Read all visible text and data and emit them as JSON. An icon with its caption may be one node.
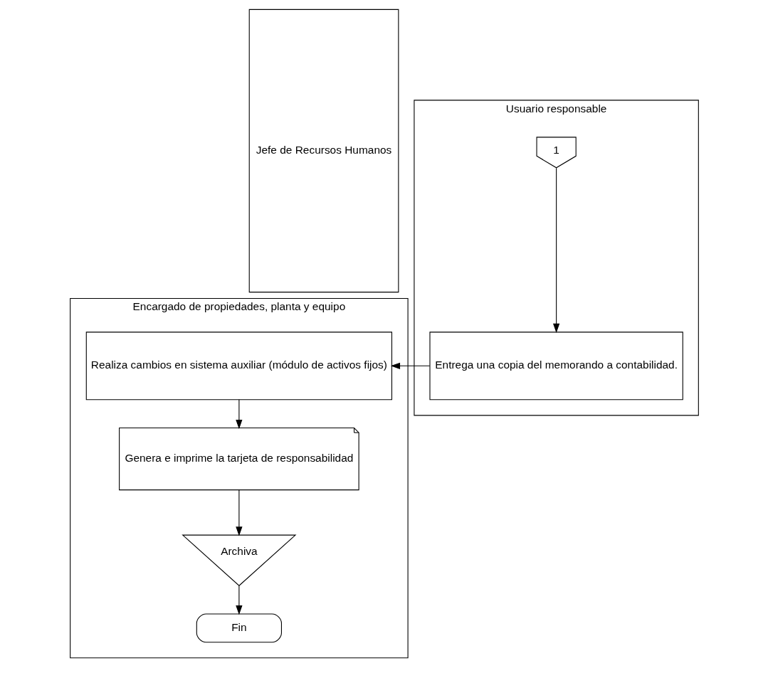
{
  "diagram": {
    "nodes": [
      {
        "text": [
          "Jefe de Recursos Humanos"
        ]
      },
      {
        "text": [
          "Encargado de propiedades, planta y equipo"
        ]
      },
      {
        "text": [
          "Usuario responsable"
        ]
      },
      {
        "text": [
          "1"
        ],
        "in": 2
      },
      {
        "text": [
          "Entrega una copia del memorando a contabilidad."
        ],
        "in": 2
      },
      {
        "text": [
          "Realiza cambios en sistema auxiliar (módulo de activos fijos)"
        ],
        "in": 1
      },
      {
        "text": [
          "Genera e imprime la tarjeta de responsabilidad"
        ],
        "in": 1
      },
      {
        "text": [
          "Archiva"
        ],
        "in": 1
      },
      {
        "text": [
          "Fin"
        ],
        "in": 1
      }
    ],
    "edges": [
      {
        "from": 3,
        "to": 4,
        "arrow": "to"
      },
      {
        "from": 4,
        "to": 5,
        "arrow": "to"
      },
      {
        "from": 5,
        "to": 6,
        "arrow": "to"
      },
      {
        "from": 6,
        "to": 7,
        "arrow": "to"
      },
      {
        "from": 7,
        "to": 8,
        "arrow": "to"
      }
    ]
  }
}
